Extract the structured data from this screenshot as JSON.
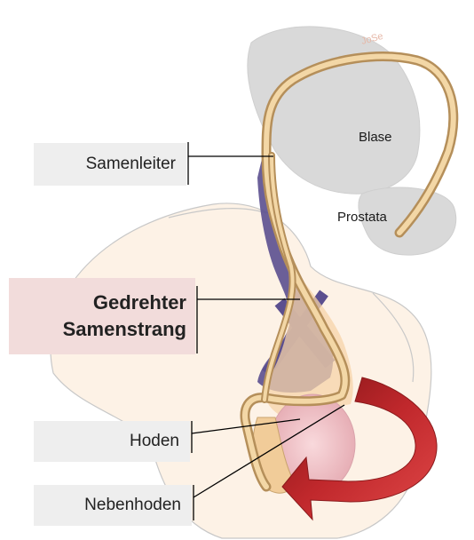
{
  "labels": {
    "samenleiter": "Samenleiter",
    "samenstrang_line1": "Gedrehter",
    "samenstrang_line2": "Samenstrang",
    "hoden": "Hoden",
    "nebenhoden": "Nebenhoden",
    "blase": "Blase",
    "prostata": "Prostata"
  },
  "watermark": "JoSe",
  "colors": {
    "label_box": "#eeeeee",
    "highlight_box": "#f2dcdb",
    "organ_gray": "#d9d9d9",
    "cord": "#e8c89a",
    "vessels": "#5b4f8f",
    "arrow": "#c0282c",
    "skin": "#fbefe2"
  }
}
